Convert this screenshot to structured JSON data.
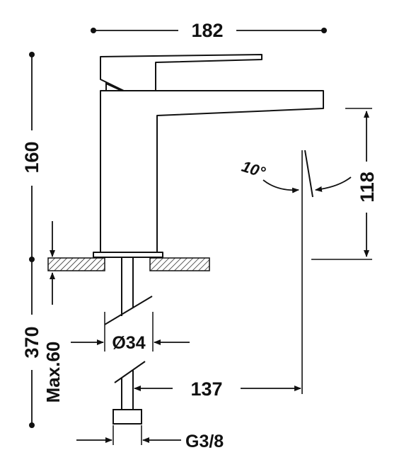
{
  "drawing": {
    "dimensions": {
      "overall_width": "182",
      "body_height": "160",
      "total_height": "370",
      "max_deck": "Max.60",
      "spout_height": "118",
      "spout_reach": "137",
      "shank_diameter": "Ø34",
      "connection_thread": "G3/8",
      "handle_angle": "10°"
    }
  },
  "colors": {
    "ink": "#111111",
    "background": "#ffffff"
  }
}
